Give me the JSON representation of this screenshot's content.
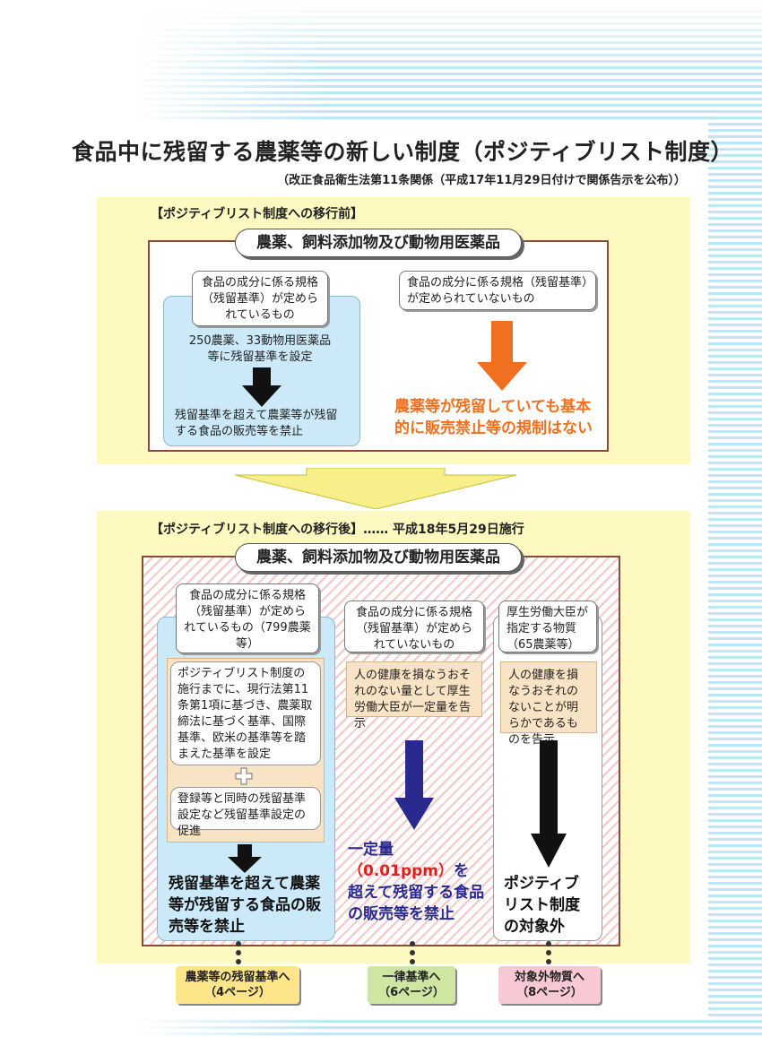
{
  "title": "食品中に残留する農薬等の新しい制度（ポジティブリスト制度）",
  "subtitle": "（改正食品衛生法第11条関係（平成17年11月29日付けで関係告示を公布））",
  "before": {
    "label": "【ポジティブリスト制度への移行前】",
    "header": "農薬、飼料添加物及び動物用医薬品",
    "left_bubble": "食品の成分に係る規格（残留基準）が定められているもの",
    "left_note": "250農薬、33動物用医薬品等に残留基準を設定",
    "left_result": "残留基準を超えて農薬等が残留する食品の販売等を禁止",
    "right_bubble": "食品の成分に係る規格（残留基準）が定められていないもの",
    "right_result": "農薬等が残留していても基本的に販売禁止等の規制はない"
  },
  "after": {
    "label": "【ポジティブリスト制度への移行後】…… 平成18年5月29日施行",
    "header": "農薬、飼料添加物及び動物用医薬品",
    "col1": {
      "bubble": "食品の成分に係る規格（残留基準）が定められているもの（799農薬等）",
      "box1": "ポジティブリスト制度の施行までに、現行法第11条第1項に基づき、農薬取締法に基づく基準、国際基準、欧米の基準等を踏まえた基準を設定",
      "box2": "登録等と同時の残留基準設定など残留基準設定の促進",
      "result": "残留基準を超えて農薬等が残留する食品の販売等を禁止"
    },
    "col2": {
      "bubble": "食品の成分に係る規格（残留基準）が定められていないもの",
      "box": "人の健康を損なうおそれのない量として厚生労働大臣が一定量を告示",
      "result_a": "一定量",
      "result_b": "（0.01ppm）",
      "result_c": "を",
      "result_d": "超えて残留する食品の販売等を禁止"
    },
    "col3": {
      "bubble": "厚生労働大臣が指定する物質（65農薬等）",
      "box": "人の健康を損なうおそれのないことが明らかであるものを告示",
      "result": "ポジティブリスト制度の対象外"
    }
  },
  "links": [
    {
      "label": "農薬等の残留基準へ",
      "page": "（4ページ）",
      "color": "#fde58a"
    },
    {
      "label": "一律基準へ",
      "page": "（6ページ）",
      "color": "#cfe6a3"
    },
    {
      "label": "対象外物質へ",
      "page": "（8ページ）",
      "color": "#f8c8d4"
    }
  ],
  "colors": {
    "orange": "#f07020",
    "navy": "#2a2a8e",
    "red": "#e02020",
    "frame": "#8b4a3a"
  }
}
